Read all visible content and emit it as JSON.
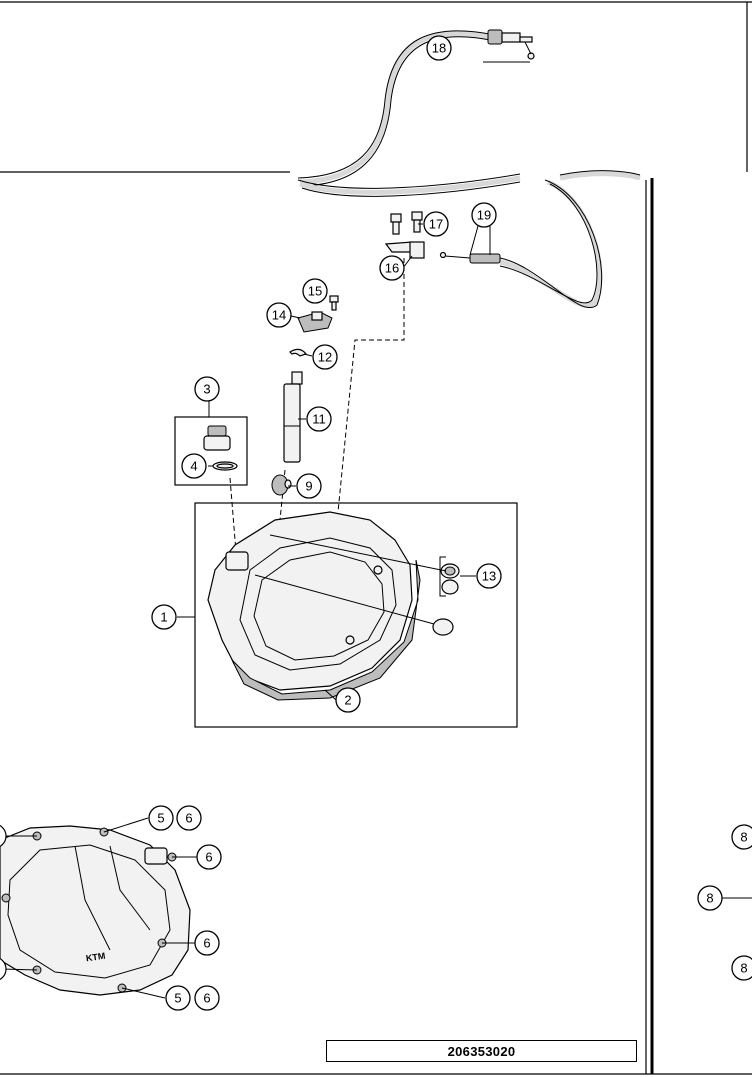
{
  "callouts": {
    "c1": "1",
    "c2": "2",
    "c3": "3",
    "c4": "4",
    "c5a": "5",
    "c6a": "6",
    "c6b": "6",
    "c6c": "6",
    "c5b": "5",
    "c6d": "6",
    "c8a": "8",
    "c8b": "8",
    "c8c": "8",
    "c9": "9",
    "c11": "11",
    "c12": "12",
    "c13": "13",
    "c14": "14",
    "c15": "15",
    "c16": "16",
    "c17": "17",
    "c18": "18",
    "c19": "19"
  },
  "logo_text": "KTM",
  "reference_number": "206353020"
}
